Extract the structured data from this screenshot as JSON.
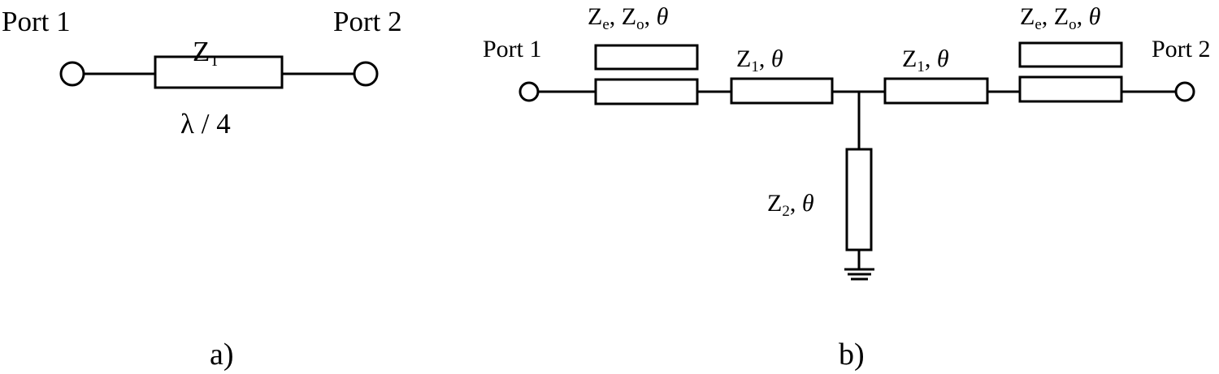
{
  "diagram_a": {
    "port_left": "Port 1",
    "port_right": "Port 2",
    "line_symbol": "Z",
    "line_subscript": "T",
    "length_label": "λ / 4",
    "caption": "a)"
  },
  "diagram_b": {
    "port_left": "Port 1",
    "port_right": "Port 2",
    "coupled_left": {
      "z1": "Z",
      "z1_sub": "e",
      "sep1": ", ",
      "z2": "Z",
      "z2_sub": "o",
      "sep2": ", ",
      "angle": "θ"
    },
    "coupled_right": {
      "z1": "Z",
      "z1_sub": "e",
      "sep1": ", ",
      "z2": "Z",
      "z2_sub": "o",
      "sep2": ", ",
      "angle": "θ"
    },
    "series_left": {
      "z": "Z",
      "sub": "1",
      "sep": ", ",
      "angle": "θ"
    },
    "series_right": {
      "z": "Z",
      "sub": "1",
      "sep": ", ",
      "angle": "θ"
    },
    "stub": {
      "z": "Z",
      "sub": "2",
      "sep": ", ",
      "angle": "θ"
    },
    "caption": "b)"
  },
  "colors": {
    "stroke": "#000000",
    "background": "#ffffff"
  }
}
